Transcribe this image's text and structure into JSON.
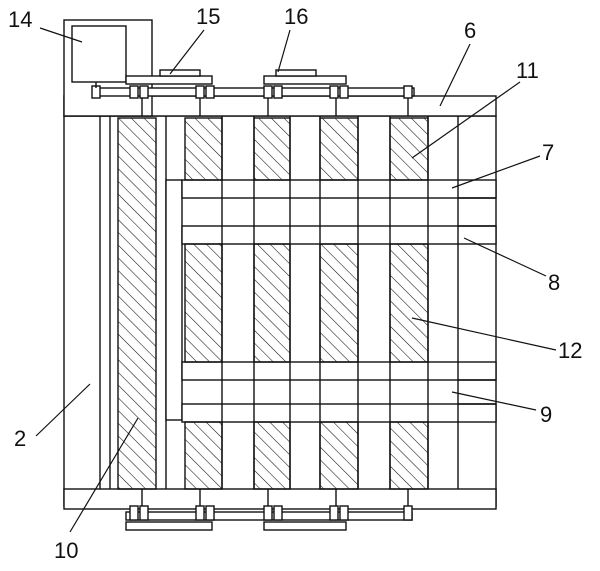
{
  "figure": {
    "labels": {
      "l14": "14",
      "l15": "15",
      "l16": "16",
      "l6": "6",
      "l11": "11",
      "l7": "7",
      "l8": "8",
      "l12": "12",
      "l9": "9",
      "l2": "2",
      "l10": "10"
    },
    "colors": {
      "line": "#111111",
      "background": "#ffffff"
    }
  }
}
